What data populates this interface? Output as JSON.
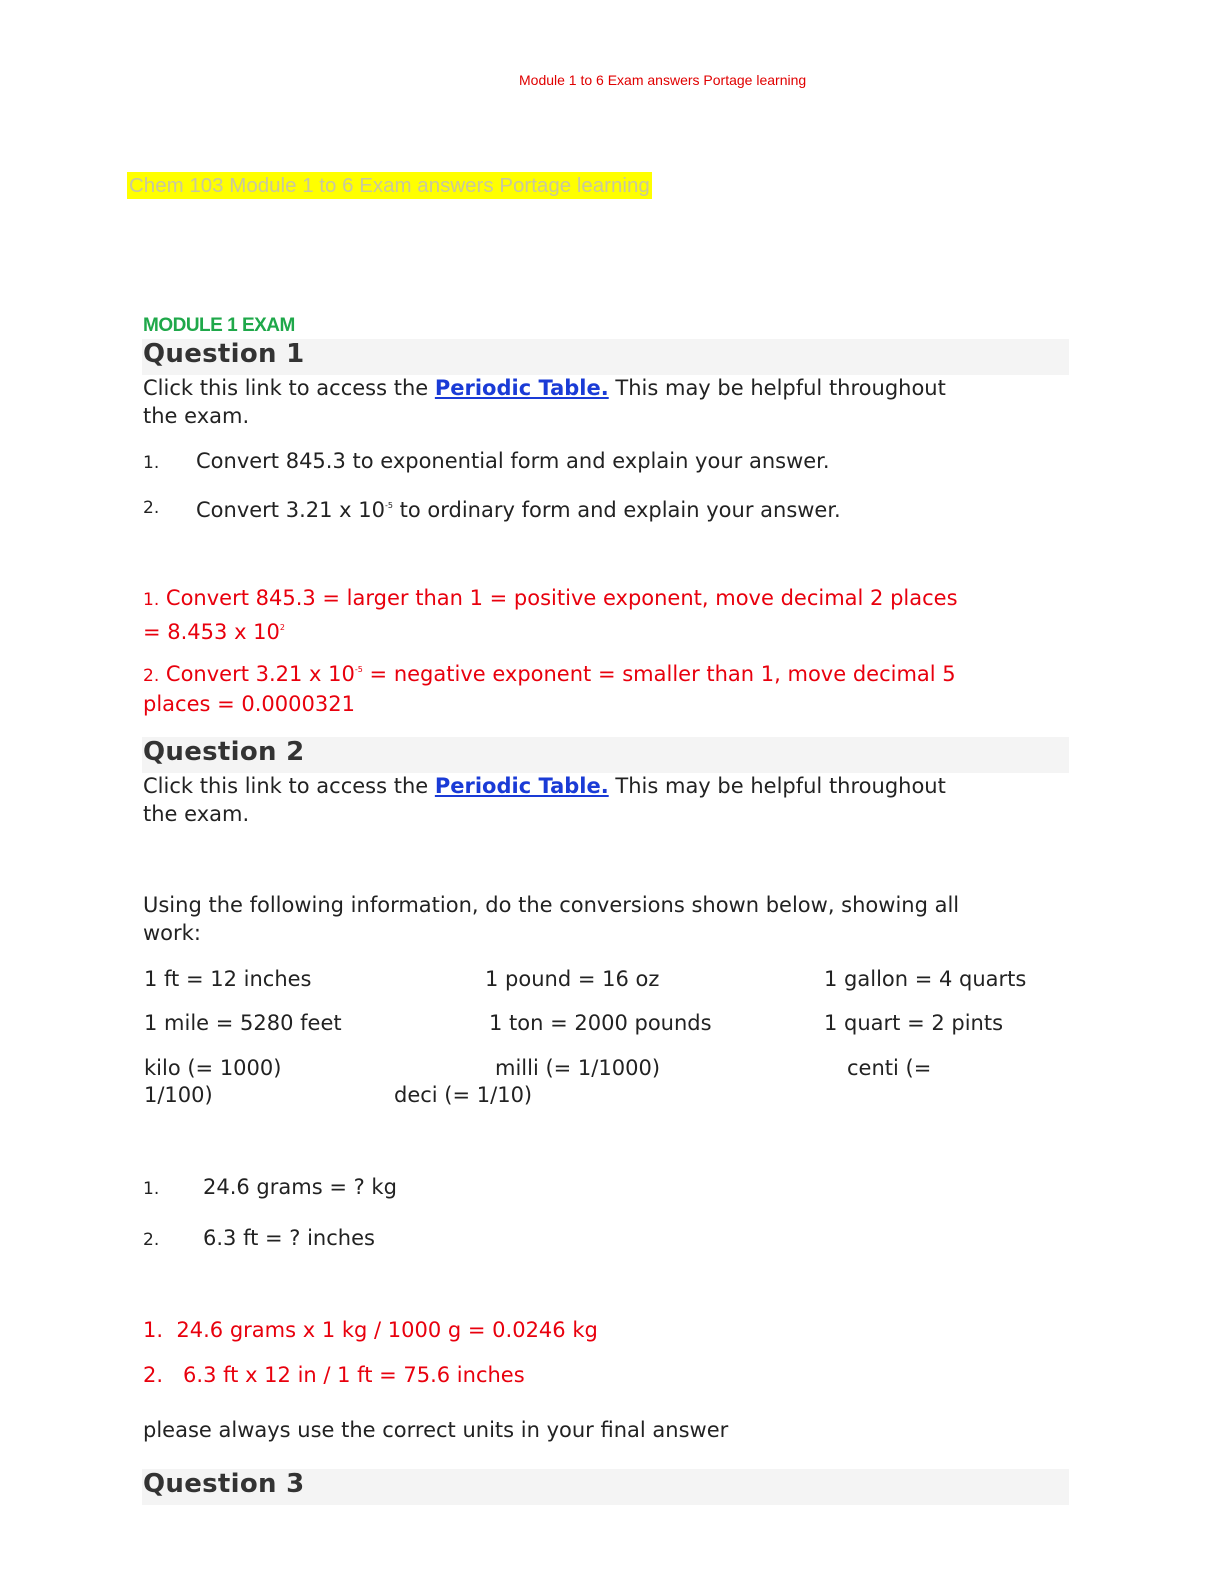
{
  "header": "Module 1 to 6 Exam answers Portage learning",
  "highlight_title": "Chem 103 Module 1 to 6 Exam answers Portage learning",
  "module_title": "MODULE 1 EXAM",
  "q1": {
    "title": "Question  1",
    "intro_pre": "Click this link to access the ",
    "link": "Periodic Table.",
    "intro_post": " This may be helpful throughout",
    "intro_line2": "the exam.",
    "item1_num": "1.",
    "item1": "Convert 845.3 to exponential form and explain your answer.",
    "item2_num": "2.",
    "item2_pre": "Convert 3.21 x 10",
    "item2_exp": "-5",
    "item2_post": " to ordinary form and explain your answer.",
    "ans1_num": "1.",
    "ans1_line1": " Convert 845.3 = larger than 1 = positive exponent, move decimal 2 places",
    "ans1_line2_pre": "= 8.453 x 10",
    "ans1_exp": "2",
    "ans2_num": "2.",
    "ans2_pre": " Convert 3.21 x 10",
    "ans2_exp": "-5",
    "ans2_post": " = negative exponent = smaller than 1, move decimal 5",
    "ans2_line2": "places = 0.0000321"
  },
  "q2": {
    "title": "Question  2",
    "intro_pre": "Click this link to access the ",
    "link": "Periodic Table.",
    "intro_post": " This may be helpful throughout",
    "intro_line2": "the exam.",
    "using_line1": "Using the following information, do the conversions shown below, showing all",
    "using_line2": "work:",
    "conv": {
      "r1c1": "1 ft = 12 inches",
      "r1c2": "1 pound = 16 oz",
      "r1c3": "1 gallon = 4 quarts",
      "r2c1": "1 mile = 5280 feet",
      "r2c2": "1 ton = 2000 pounds",
      "r2c3": "1 quart = 2 pints",
      "r3c1": "kilo (= 1000)",
      "r3c2": "milli (= 1/1000)",
      "r3c3": "centi (=",
      "r4c1": "1/100)",
      "r4c2": "deci (= 1/10)"
    },
    "item1_num": "1.",
    "item1": "24.6 grams = ? kg",
    "item2_num": "2.",
    "item2": "6.3 ft = ? inches",
    "ans1": "1.  24.6 grams x 1 kg / 1000 g = 0.0246 kg",
    "ans2": "2.   6.3 ft x 12 in / 1 ft = 75.6 inches",
    "note": "please always use the correct units in your final answer"
  },
  "q3": {
    "title": "Question  3"
  }
}
